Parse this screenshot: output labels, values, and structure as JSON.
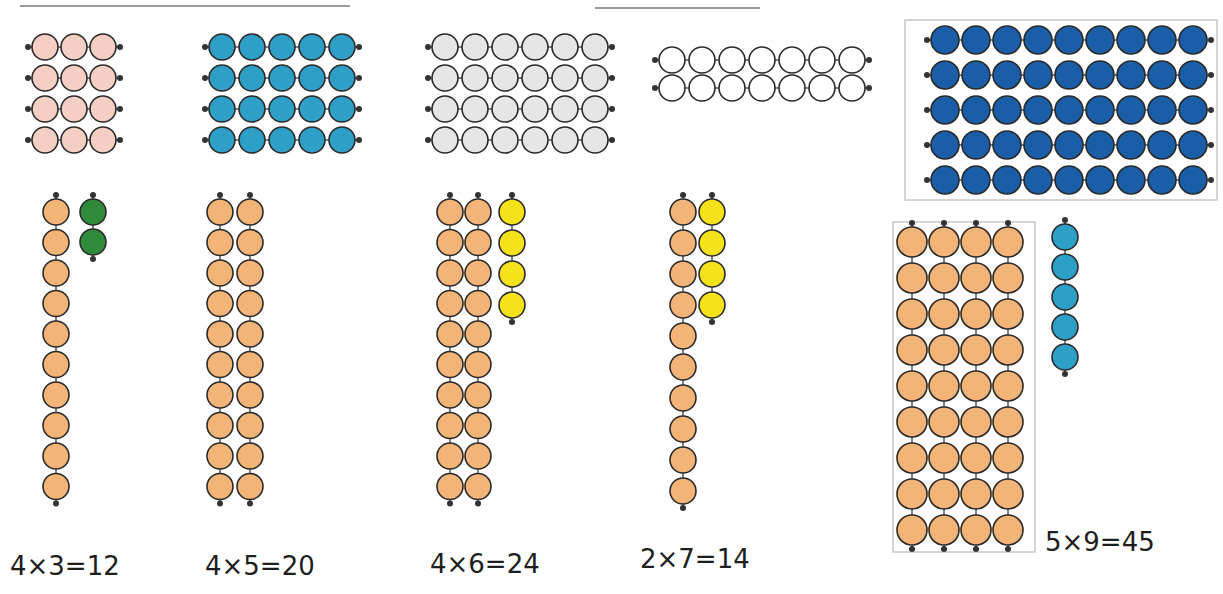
{
  "diagram": {
    "labels": [
      "4×3=12",
      "4×5=20",
      "4×6=24",
      "2×7=14",
      "5×9=45"
    ]
  }
}
